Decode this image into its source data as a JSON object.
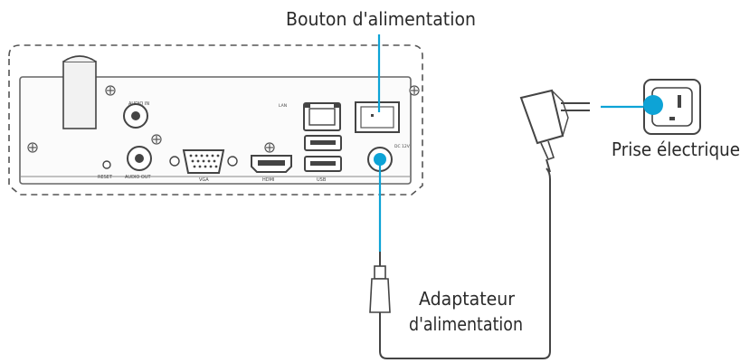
{
  "labels": {
    "power_button": "Bouton d'alimentation",
    "outlet": "Prise électrique",
    "adapter_line1": "Adaptateur",
    "adapter_line2": "d'alimentation"
  },
  "device_port_labels": {
    "audio_in": "AUDIO IN",
    "audio_out": "AUDIO OUT",
    "reset": "RESET",
    "vga": "VGA",
    "hdmi": "HDMI",
    "lan": "LAN",
    "usb": "USB",
    "dc": "DC 12V"
  },
  "colors": {
    "highlight": "#0da3d6",
    "line": "#4a4a4a",
    "device_stroke": "#555555"
  },
  "icons": [
    "power-switch-icon",
    "dc-port-icon",
    "power-plug-icon",
    "wall-outlet-icon",
    "screw-icon"
  ]
}
